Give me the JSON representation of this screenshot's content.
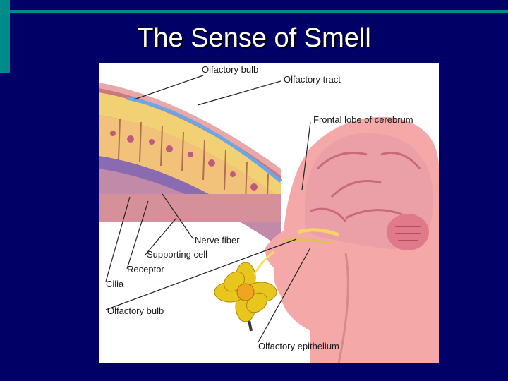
{
  "slide": {
    "title": "The Sense of Smell"
  },
  "diagram": {
    "labels": {
      "olfactory_bulb_top": "Olfactory bulb",
      "olfactory_tract": "Olfactory tract",
      "frontal_lobe": "Frontal lobe of cerebrum",
      "nerve_fiber": "Nerve fiber",
      "supporting_cell": "Supporting cell",
      "receptor": "Receptor",
      "cilia": "Cilia",
      "olfactory_bulb_bottom": "Olfactory bulb",
      "olfactory_epithelium": "Olfactory epithelium"
    }
  },
  "colors": {
    "background": "#000066",
    "accent": "#008b8b",
    "skin": "#f4a9a8",
    "brain": "#eba0a8",
    "bulb_yellow": "#f5d36a",
    "flower": "#e8c61c"
  }
}
